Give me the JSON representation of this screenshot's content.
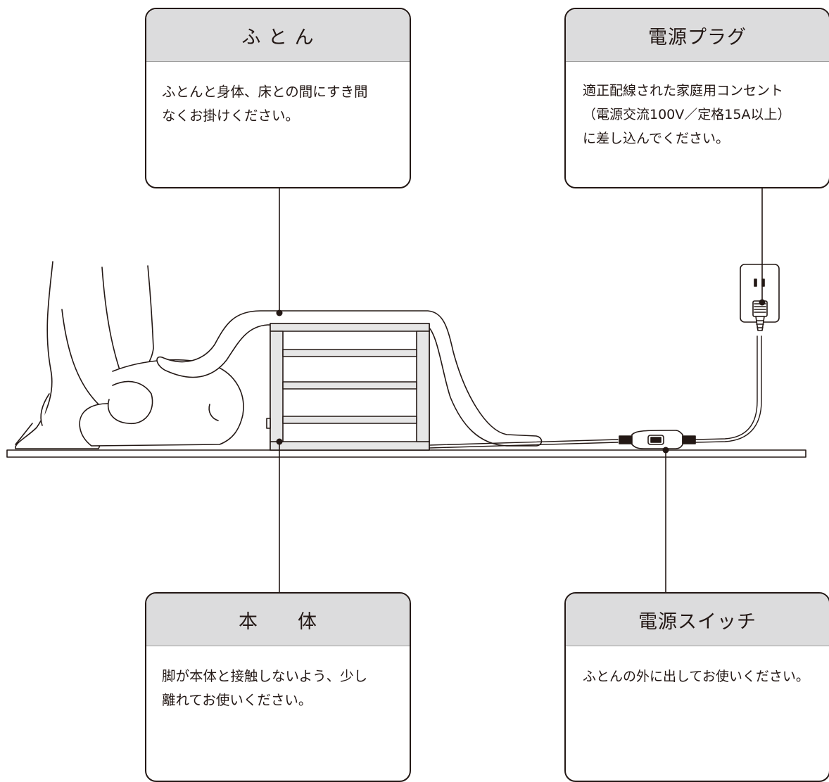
{
  "callouts": {
    "futon": {
      "title": "ふ と ん",
      "lines": [
        "ふとんと身体、床との間にすき間",
        "なくお掛けください。"
      ]
    },
    "plug": {
      "title": "電源プラグ",
      "lines": [
        "適正配線された家庭用コンセント",
        "（電源交流100V／定格15A以上）",
        "に差し込んでください。"
      ]
    },
    "body": {
      "title": "本　　体",
      "lines": [
        "脚が本体と接触しないよう、少し",
        "離れてお使いください。"
      ]
    },
    "switch": {
      "title": "電源スイッチ",
      "lines": [
        "ふとんの外に出してお使いください。"
      ]
    }
  },
  "colors": {
    "line": "#231815",
    "header_fill": "#dcdcdd",
    "frame_fill": "#e6e6e6"
  }
}
